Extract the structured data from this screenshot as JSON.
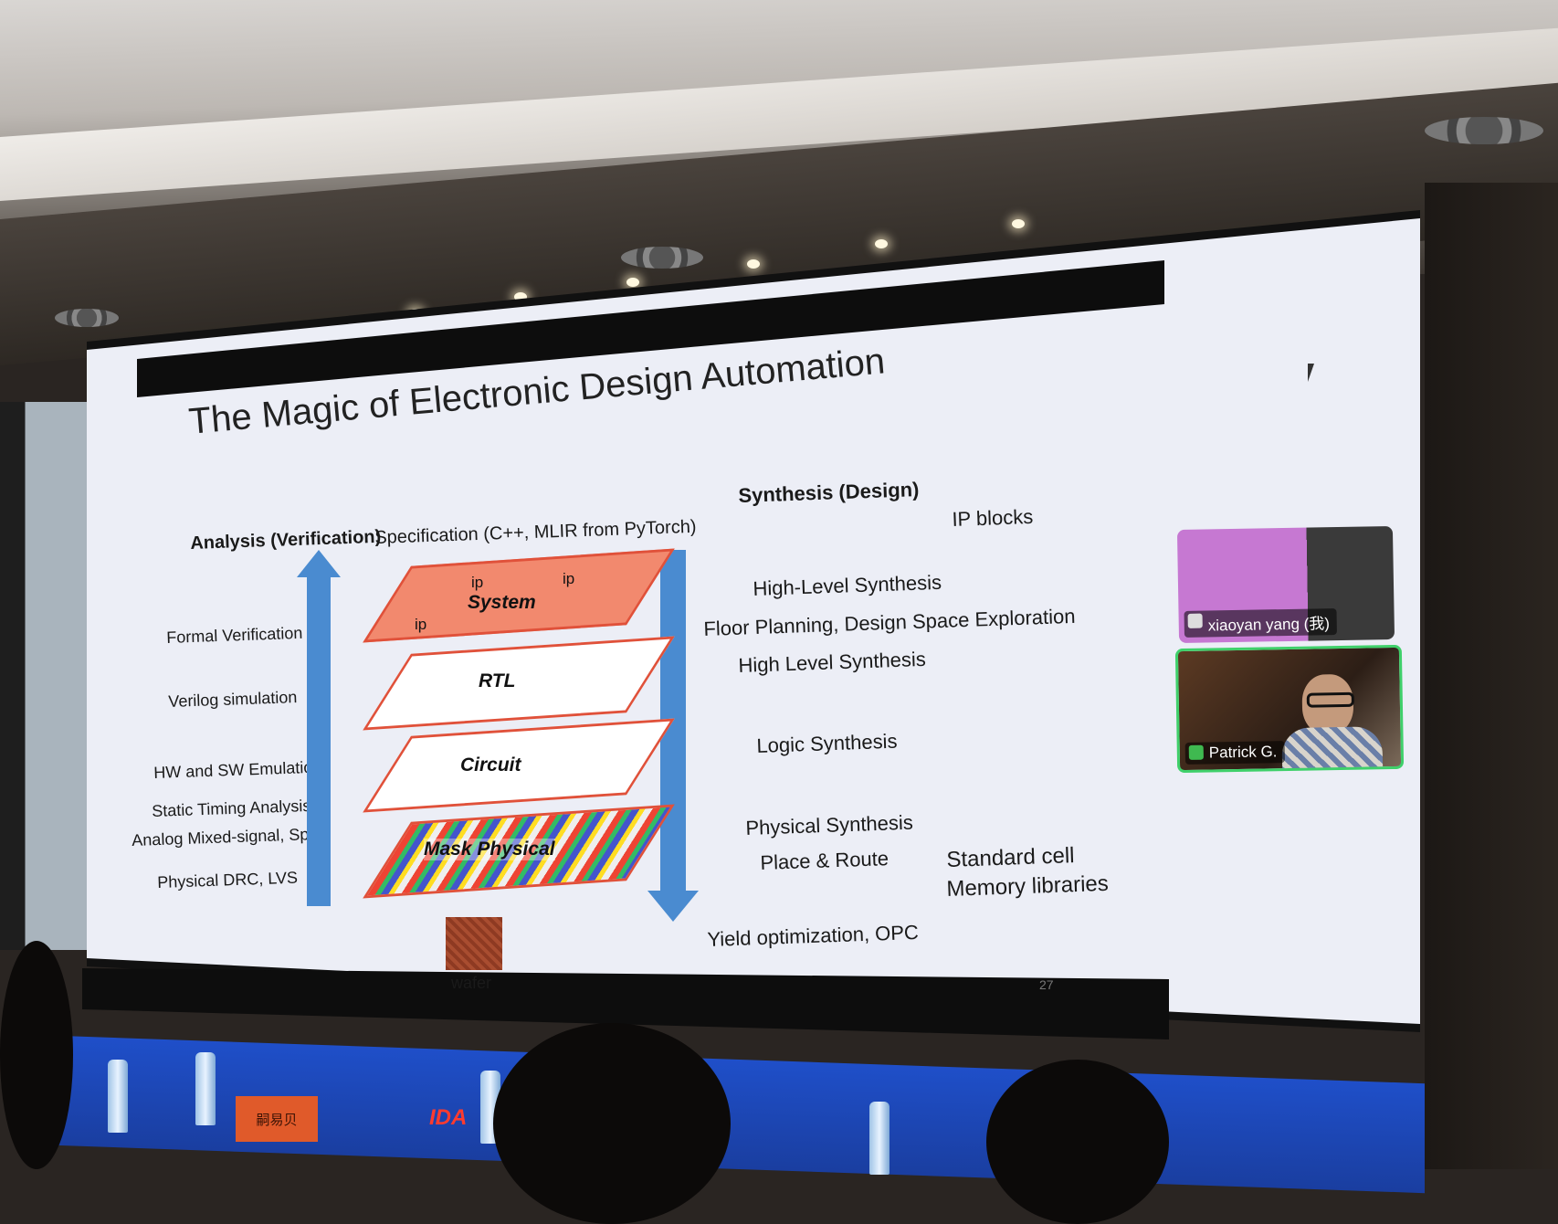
{
  "slide": {
    "title": "The Magic of Electronic Design Automation",
    "left_heading": "Analysis (Verification)",
    "spec_heading": "Specification (C++, MLIR from PyTorch)",
    "right_heading": "Synthesis (Design)",
    "ip_blocks": "IP blocks",
    "analysis_items": [
      "Formal Verification",
      "Verilog simulation",
      "HW and SW Emulation",
      "Static Timing Analysis",
      "Analog Mixed-signal, Spice",
      "Physical DRC, LVS"
    ],
    "synthesis_items": [
      "High-Level Synthesis",
      "Floor Planning, Design Space Exploration",
      "High Level Synthesis",
      "Logic Synthesis",
      "Physical Synthesis",
      "Place & Route",
      "Yield optimization, OPC"
    ],
    "libraries": [
      "Standard cell",
      "Memory libraries"
    ],
    "layers": {
      "system": "System",
      "ip": "ip",
      "rtl": "RTL",
      "circuit": "Circuit",
      "mask": "Mask Physical"
    },
    "wafer_label": "wafer",
    "page_number": "27"
  },
  "video_tiles": [
    {
      "name": "xiaoyan yang (我)"
    },
    {
      "name": "Patrick G."
    }
  ],
  "venue": {
    "nameplate": "嗣易贝",
    "event_logo": "IDA"
  },
  "colors": {
    "accent_blue": "#4a8bd0",
    "layer_red": "#e0513a",
    "active_speaker": "#3fd06a"
  }
}
